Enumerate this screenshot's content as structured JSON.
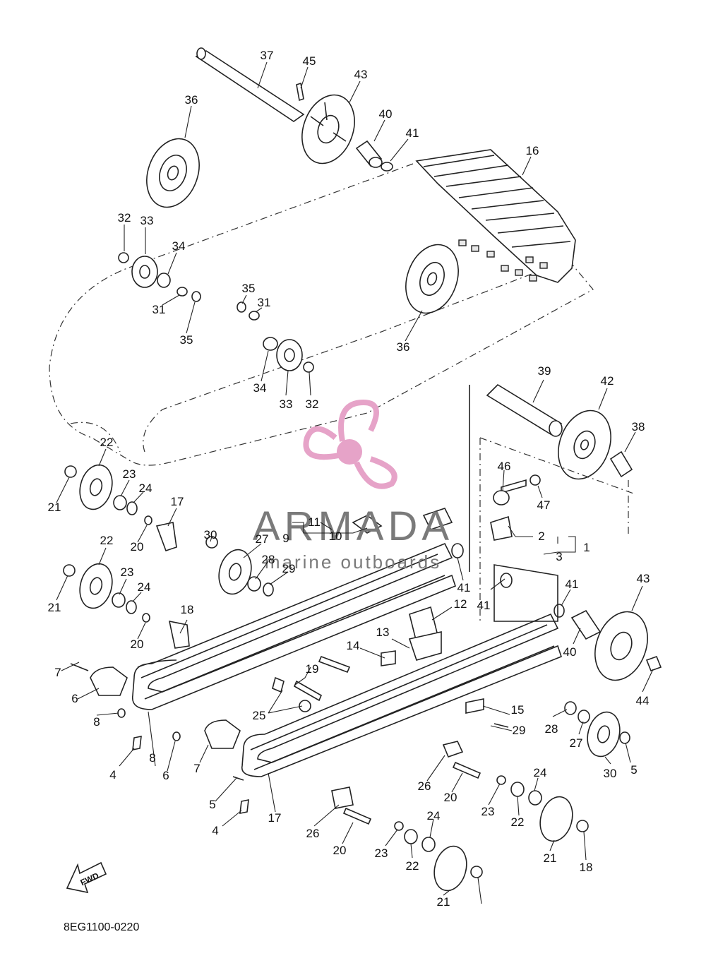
{
  "diagram_code": "8EG1100-0220",
  "fwd_label": "FWD",
  "watermark": {
    "brand": "ARMADA",
    "tagline": "marine outboards",
    "accent": "#e6a3c8"
  },
  "callouts": [
    "37",
    "45",
    "43",
    "36",
    "40",
    "41",
    "16",
    "32",
    "33",
    "34",
    "31",
    "35",
    "35",
    "31",
    "36",
    "34",
    "33",
    "32",
    "39",
    "42",
    "38",
    "22",
    "21",
    "23",
    "24",
    "17",
    "20",
    "46",
    "47",
    "30",
    "27",
    "28",
    "29",
    "11",
    "10",
    "9",
    "2",
    "3",
    "1",
    "41",
    "41",
    "41",
    "43",
    "22",
    "21",
    "23",
    "24",
    "20",
    "18",
    "12",
    "13",
    "14",
    "19",
    "40",
    "44",
    "7",
    "6",
    "8",
    "25",
    "15",
    "29",
    "28",
    "27",
    "30",
    "5",
    "4",
    "8",
    "6",
    "7",
    "5",
    "4",
    "17",
    "26",
    "20",
    "23",
    "24",
    "22",
    "21",
    "18",
    "26",
    "20",
    "23",
    "24",
    "22",
    "21"
  ]
}
